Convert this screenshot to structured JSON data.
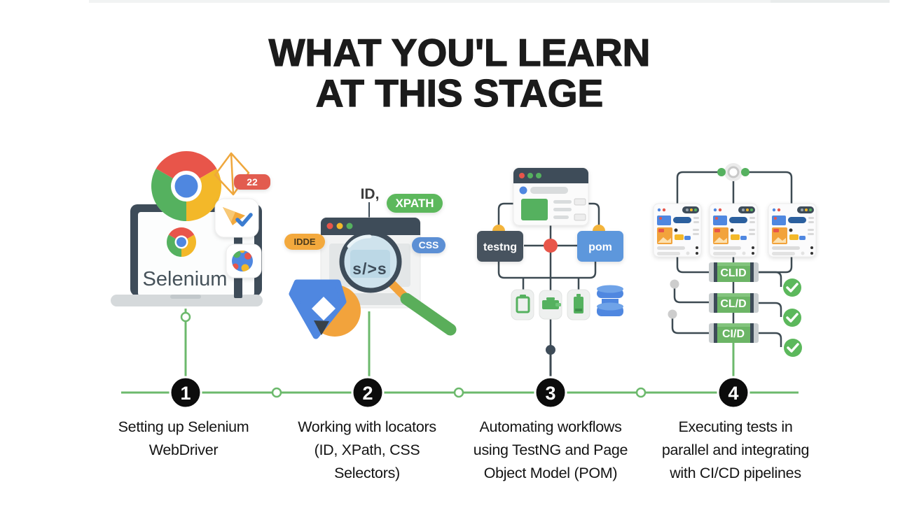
{
  "title": {
    "line1": "WHAT YOU'L LEARN",
    "line2": "AT THIS STAGE"
  },
  "timeline": {
    "stages": [
      {
        "number": "1",
        "lines": [
          "Setting up Selenium",
          "WebDriver"
        ]
      },
      {
        "number": "2",
        "lines": [
          "Working with locators",
          "(ID, XPath, CSS",
          "Selectors)"
        ]
      },
      {
        "number": "3",
        "lines": [
          "Automating workflows",
          "using TestNG and Page",
          "Object Model (POM)"
        ]
      },
      {
        "number": "4",
        "lines": [
          "Executing tests in",
          "parallel and integrating",
          "with CI/CD pipelines"
        ]
      }
    ]
  },
  "illustrations": {
    "selenium_setup": {
      "brand_label": "Selenium",
      "version_badge": "22",
      "icons": [
        "chrome-logo",
        "laptop",
        "kite-outline",
        "cursor-check-card",
        "globe-card"
      ]
    },
    "locators": {
      "id_label": "ID,",
      "xpath_pill": "XPATH",
      "ide_pill": "IDDE",
      "css_pill": "CSS",
      "magnifier_code": "s/>s",
      "icons": [
        "browser-window",
        "magnifier",
        "selenium-ide-logo"
      ]
    },
    "workflow": {
      "testng_label": "testng",
      "pom_label": "pom",
      "icons": [
        "browser-window",
        "red-node",
        "tool-tiles",
        "database"
      ]
    },
    "cicd": {
      "bars": [
        "CLID",
        "CL/D",
        "CI/D"
      ],
      "icons": [
        "pipeline-node",
        "report-cards",
        "check-circles",
        "gray-nodes"
      ]
    }
  },
  "colors": {
    "accent_green": "#5cb85c",
    "dark_slate": "#3e4c59",
    "blue": "#5b93d8",
    "orange": "#f2a33c",
    "red": "#e8554a",
    "text_black": "#1b1b1b"
  }
}
